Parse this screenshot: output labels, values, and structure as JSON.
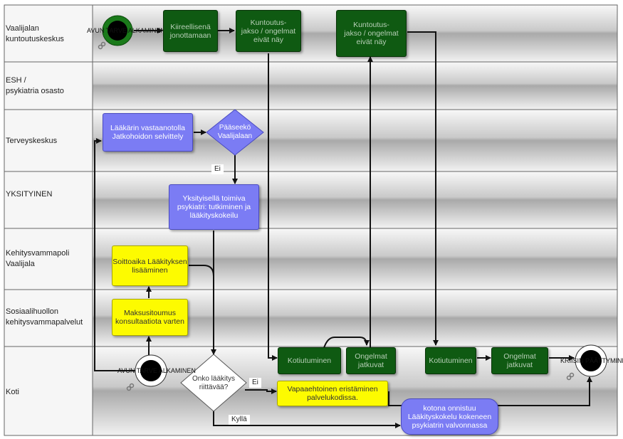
{
  "lanes": [
    "Vaalijalan\nkuntoutuskeskus",
    "ESH /\npsykiatria osasto",
    "Terveyskeskus",
    "YKSITYINEN",
    "Kehitysvammapoli\nVaalijala",
    "Sosiaalihuollon\nkehitysvammapalvelut",
    "Koti"
  ],
  "events": {
    "start_top": "AVUN TARVE ALKAMINEN",
    "start_bottom": "AVUN TARVE ALKAMINEN",
    "end": "KRIISIN PÄÄTTYMINEN"
  },
  "tasks": {
    "kiireellisena": "Kiireellisenä jonottamaan",
    "kuntoutus1": "Kuntoutus-\njakso / ongelmat eivät näy",
    "kuntoutus2": "Kuntoutus-\njakso / ongelmat eivät näy",
    "laakari": "Lääkärin vastaanotolla Jatkohoidon selvittely",
    "yksityinen": "Yksityisellä toimiva psykiatri: tutkiminen ja lääkityskokeilu",
    "soittoaika": "Soittoaika Lääkityksen lisääminen",
    "maksusitoumus": "Maksusitoumus konsultaatiota varten",
    "kotiutuminen1": "Kotiutuminen",
    "ongelmat1": "Ongelmat jatkuvat",
    "kotiutuminen2": "Kotiutuminen",
    "ongelmat2": "Ongelmat jatkuvat",
    "vapaaehtoinen": "Vapaaehtoinen eristäminen palvelukodissa.",
    "kotona": "kotona onnistuu Lääkityskokelu kokeneen psykiatrin valvonnassa"
  },
  "gateways": {
    "paaseeko": "Pääseekö Vaalijalaan",
    "onko": "Onko lääkitys riittävää?"
  },
  "edge_labels": {
    "ei1": "Ei",
    "ei2": "Ei",
    "kylla": "Kyllä"
  },
  "colors": {
    "task_green": "#0f5a12",
    "task_blue": "#7b7cf4",
    "task_yellow": "#fdfb00",
    "event_fill": "#000000",
    "start_ring": "#1a7a1a"
  }
}
